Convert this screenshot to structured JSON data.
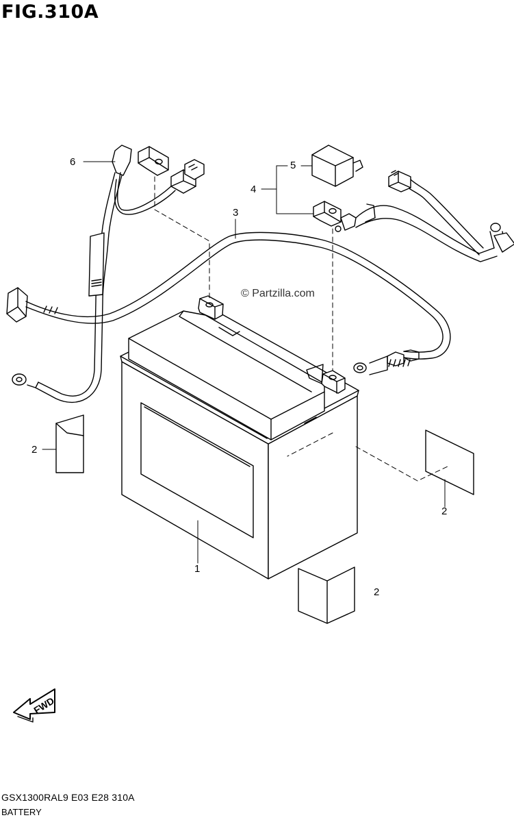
{
  "figure": {
    "title": "FIG.310A"
  },
  "watermark": "© Partzilla.com",
  "callouts": {
    "battery": "1",
    "pad_left": "2",
    "pad_right": "2",
    "pad_bottom": "2",
    "cable": "3",
    "terminal_set": "4",
    "cap": "5",
    "harness": "6"
  },
  "fwd_label": "FWD",
  "footer": {
    "code": "GSX1300RAL9  E03  E28  310A",
    "name": "BATTERY"
  },
  "colors": {
    "line": "#000000",
    "background": "#ffffff"
  }
}
